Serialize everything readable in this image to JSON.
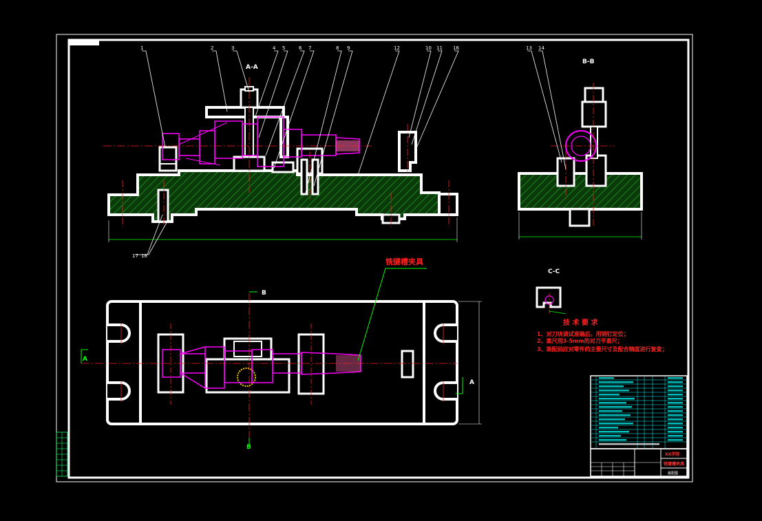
{
  "views": {
    "section_aa": "A-A",
    "section_bb": "B-B",
    "section_cc": "C-C",
    "marker_a": "A",
    "marker_b": "B"
  },
  "part_numbers_aa": [
    "1",
    "2",
    "3",
    "4",
    "5",
    "6",
    "7",
    "8",
    "9",
    "12",
    "10",
    "11",
    "16"
  ],
  "part_numbers_aa_bottom": [
    "17",
    "18"
  ],
  "part_numbers_bb": [
    "13",
    "14"
  ],
  "fixture_label": "铣键槽夹具",
  "requirements": {
    "title": "技 术 要 求",
    "items": [
      "1、对刀块调试准确后，用销钉定位；",
      "2、塞尺用3-5mm的对刀平塞尺；",
      "3、装配前应对零件的主要尺寸及配合精度进行复查；"
    ]
  },
  "title_block": {
    "company": "XX学院",
    "drawing_name": "铣键槽夹具",
    "drawing_type": "装配图"
  },
  "colors": {
    "background": "#000000",
    "outline": "#ffffff",
    "part": "#ff00ff",
    "centerline": "#ff2020",
    "leader": "#ffffff",
    "annotation": "#ff2020",
    "table": "#00ffff",
    "dimension": "#00ff00",
    "hatch": "#00b000"
  }
}
